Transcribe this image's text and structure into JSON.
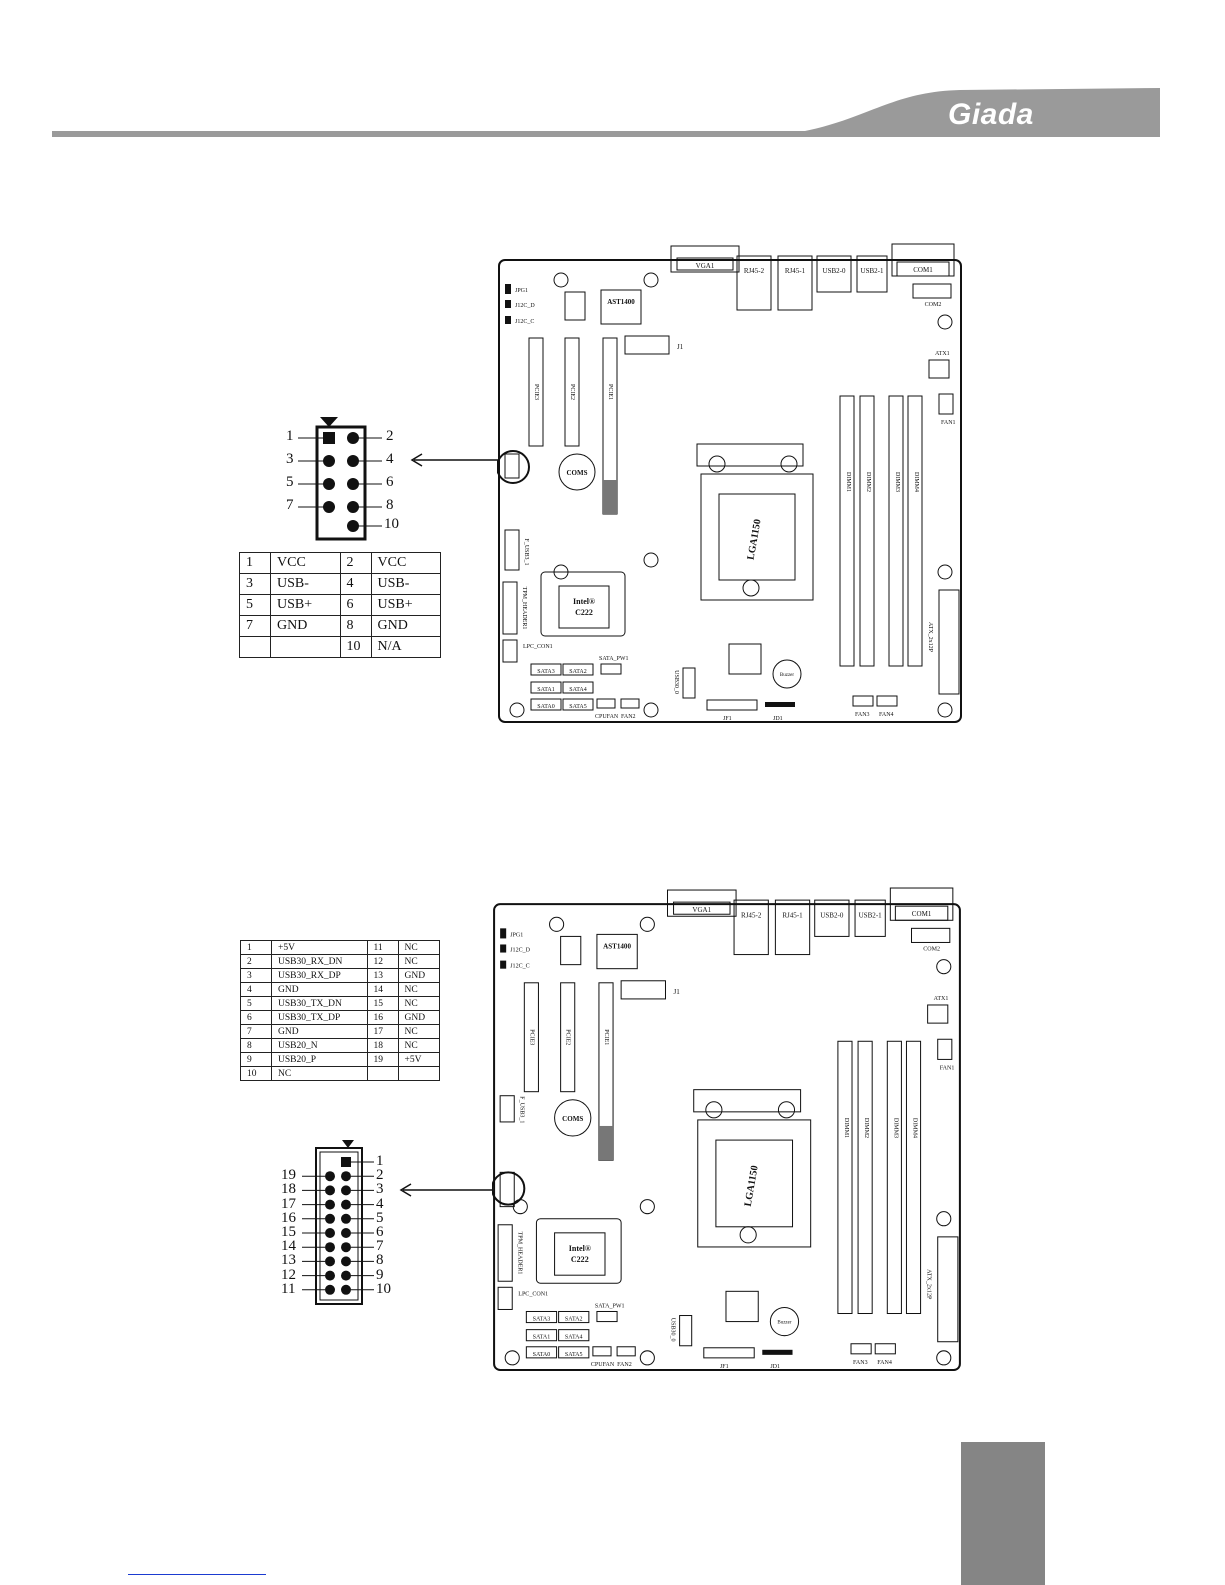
{
  "header": {
    "brand": "Giada"
  },
  "board_labels": {
    "vga": "VGA1",
    "rj45_2": "RJ45-2",
    "rj45_1": "RJ45-1",
    "usb2_0": "USB2-0",
    "usb2_1": "USB2-1",
    "com1": "COM1",
    "com2": "COM2",
    "jpg1": "JPG1",
    "j12c_d": "J12C_D",
    "j12c_c": "J12C_C",
    "ast": "AST1400",
    "j1": "J1",
    "atx1": "ATX1",
    "fan1": "FAN1",
    "pcie3": "PCIE3",
    "pcie2": "PCIE2",
    "pcie1": "PCIE1",
    "coms": "COMS",
    "lga": "LGA1150",
    "dimm1": "DIMM1",
    "dimm2": "DIMM2",
    "dimm3": "DIMM3",
    "dimm4": "DIMM4",
    "f_usb3": "F_USB3_1",
    "tpm": "TPM_HEADER1",
    "lpc": "LPC_CON1",
    "intel": "Intel®",
    "c222": "C222",
    "atx_24p": "ATX_2x12P",
    "sata3": "SATA3",
    "sata2": "SATA2",
    "sata1": "SATA1",
    "sata4": "SATA4",
    "sata0": "SATA0",
    "sata5": "SATA5",
    "sata_pw1": "SATA_PW1",
    "cpufan": "CPUFAN",
    "fan2": "FAN2",
    "fan3": "FAN3",
    "fan4": "FAN4",
    "jf1": "JF1",
    "jd1": "JD1",
    "usb30_0": "USB30_0",
    "buzzer": "Buzzer"
  },
  "usb2_header": {
    "pins": {
      "p1": "1",
      "p2": "2",
      "p3": "3",
      "p4": "4",
      "p5": "5",
      "p6": "6",
      "p7": "7",
      "p8": "8",
      "p10": "10"
    },
    "table": [
      [
        "1",
        "VCC",
        "2",
        "VCC"
      ],
      [
        "3",
        "USB-",
        "4",
        "USB-"
      ],
      [
        "5",
        "USB+",
        "6",
        "USB+"
      ],
      [
        "7",
        "GND",
        "8",
        "GND"
      ],
      [
        "",
        "",
        "10",
        "N/A"
      ]
    ]
  },
  "usb3_header": {
    "table": [
      [
        "1",
        "+5V",
        "11",
        "NC"
      ],
      [
        "2",
        "USB30_RX_DN",
        "12",
        "NC"
      ],
      [
        "3",
        "USB30_RX_DP",
        "13",
        "GND"
      ],
      [
        "4",
        "GND",
        "14",
        "NC"
      ],
      [
        "5",
        "USB30_TX_DN",
        "15",
        "NC"
      ],
      [
        "6",
        "USB30_TX_DP",
        "16",
        "GND"
      ],
      [
        "7",
        "GND",
        "17",
        "NC"
      ],
      [
        "8",
        "USB20_N",
        "18",
        "NC"
      ],
      [
        "9",
        "USB20_P",
        "19",
        "+5V"
      ],
      [
        "10",
        "NC",
        "",
        ""
      ]
    ],
    "left_pins": [
      "19",
      "18",
      "17",
      "16",
      "15",
      "14",
      "13",
      "12",
      "11"
    ],
    "right_pins": [
      "1",
      "2",
      "3",
      "4",
      "5",
      "6",
      "7",
      "8",
      "9",
      "10"
    ]
  },
  "colors": {
    "header_gray": "#9a9a9a",
    "page_block": "#858585",
    "link": "#1b3bd1"
  }
}
